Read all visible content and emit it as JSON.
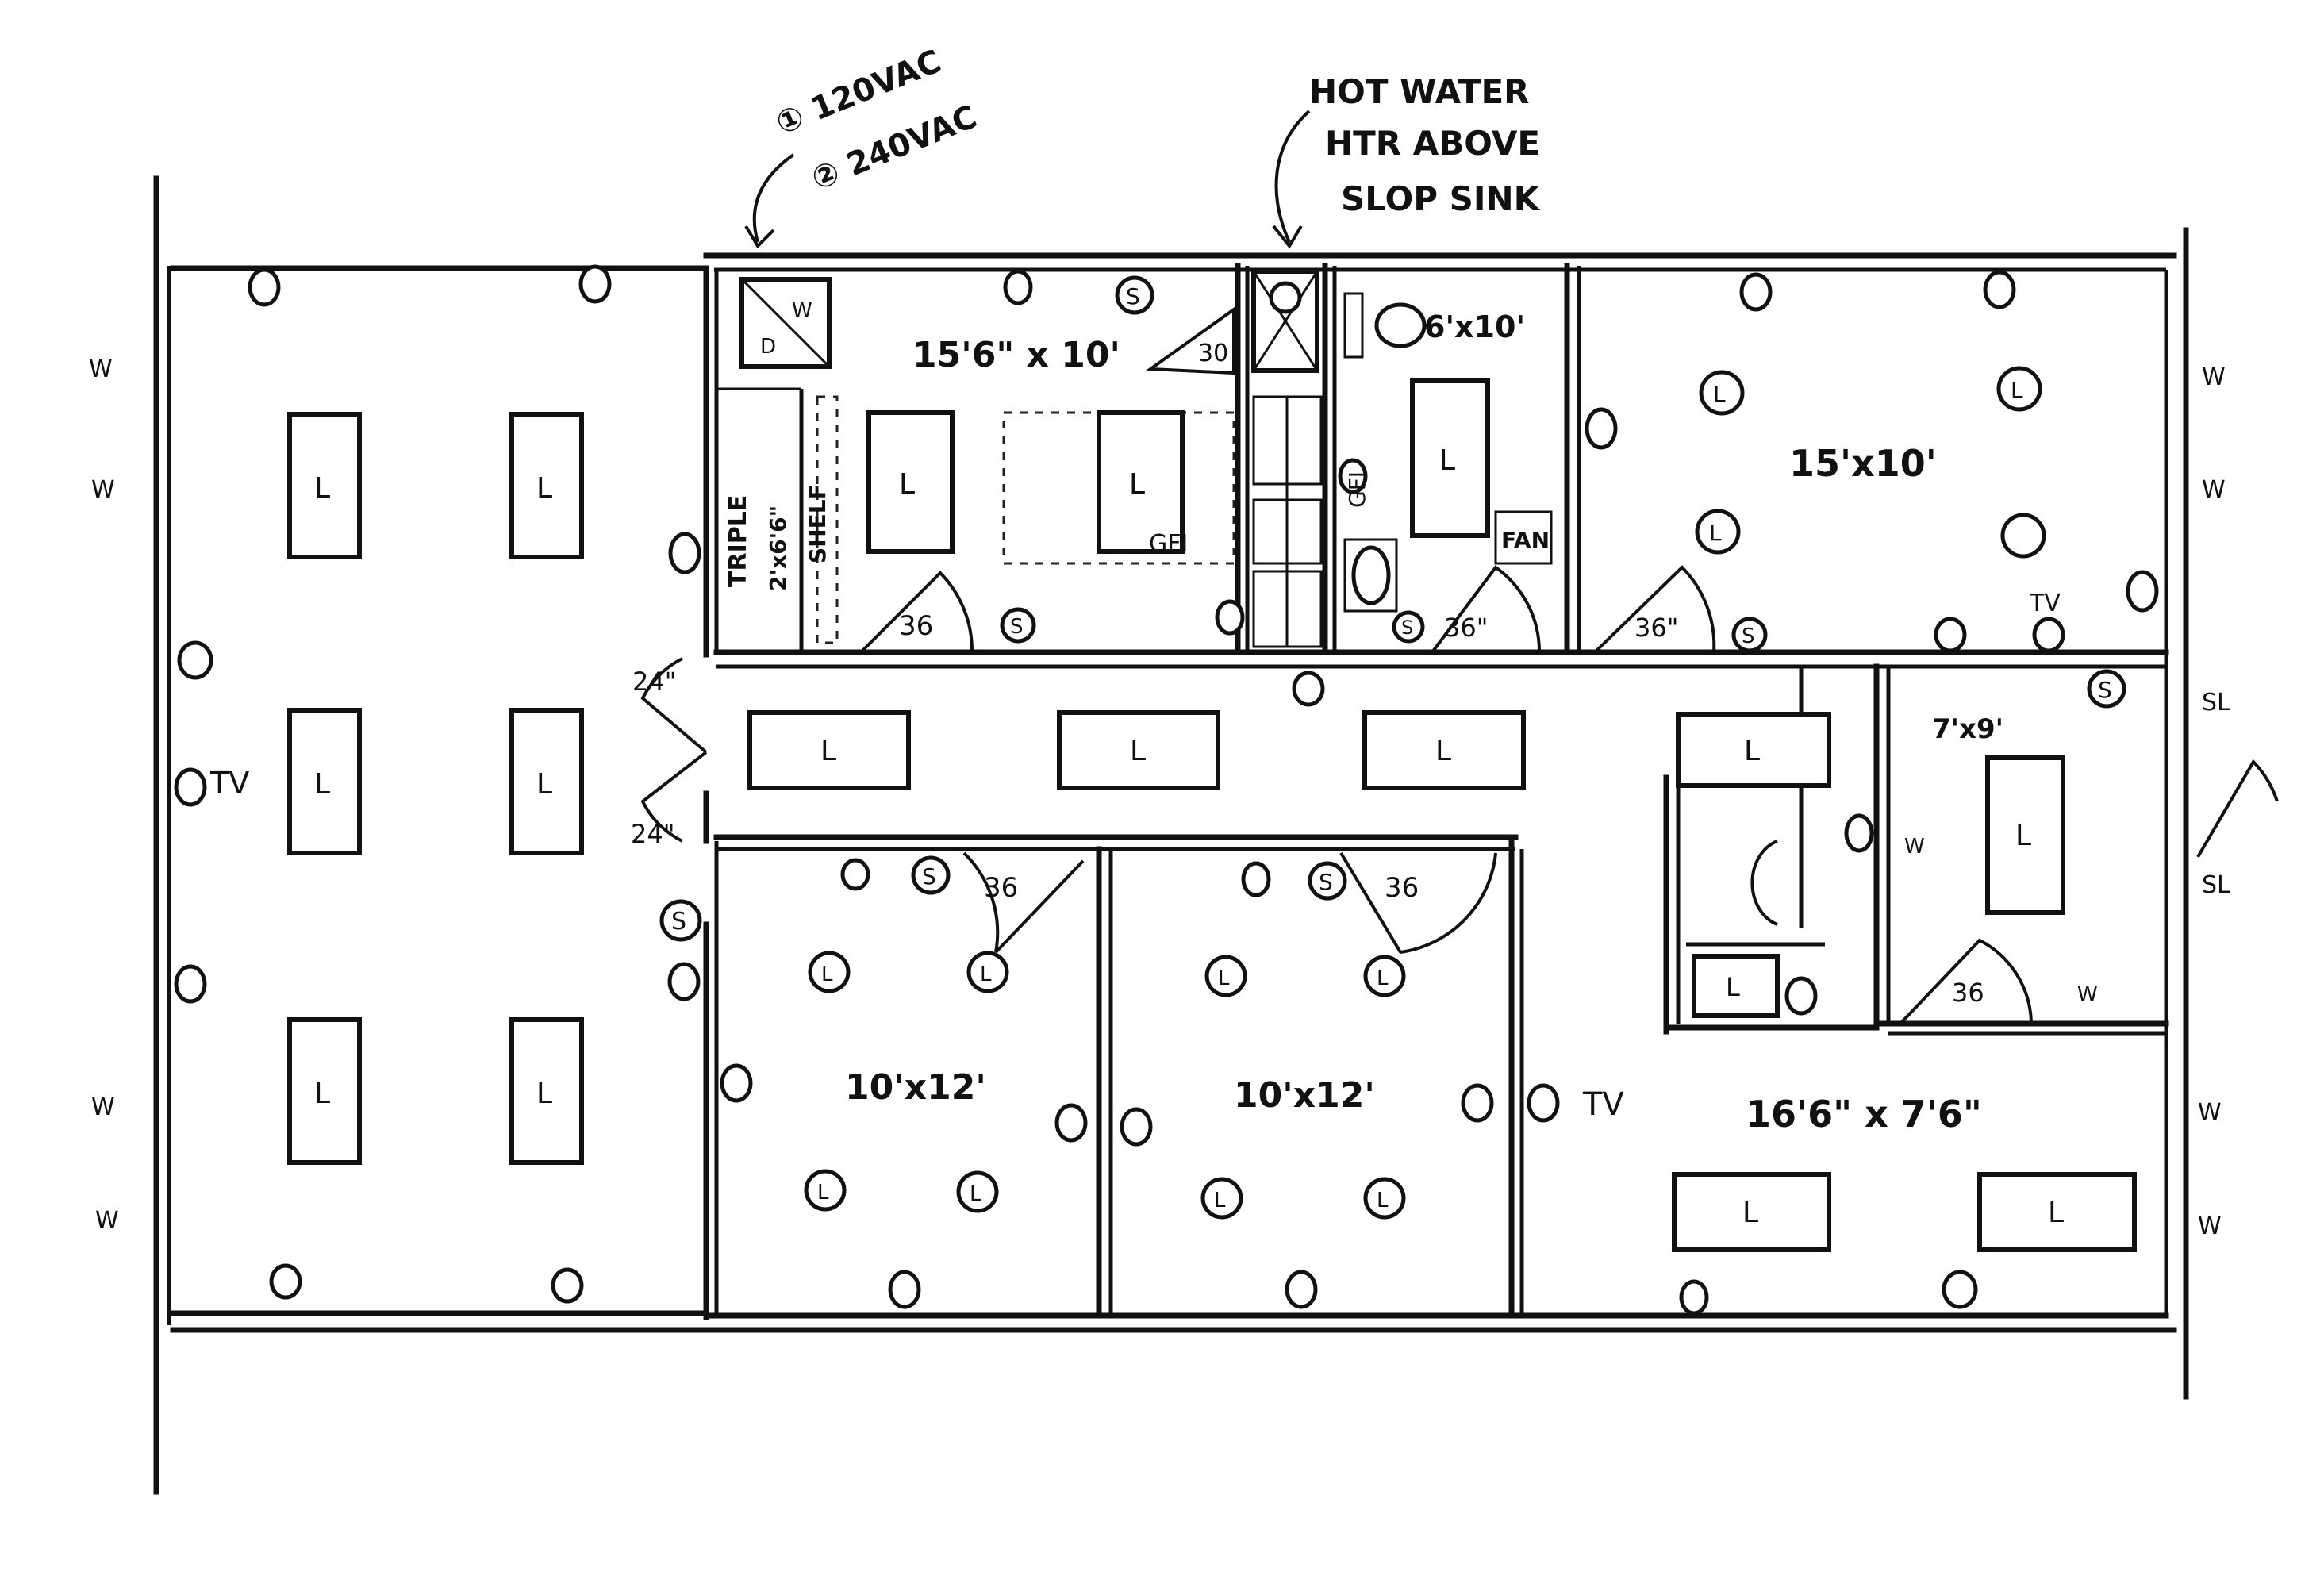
{
  "annotations": {
    "power_line1": "① 120VAC",
    "power_line2": "② 240VAC",
    "hot_water_line1": "HOT WATER",
    "hot_water_line2": "HTR ABOVE",
    "hot_water_line3": "SLOP SINK"
  },
  "rooms": {
    "laundry": "15'6\" x 10'",
    "bathroom": "6'x10'",
    "office_ne": "15'x10'",
    "room_9x9": "7'x9'",
    "office_sw1": "10'x12'",
    "office_sw2": "10'x12'",
    "room_se": "16'6\" x 7'6\""
  },
  "labels": {
    "light": "L",
    "switch": "S",
    "window": "W",
    "washer": "W",
    "dryer": "D",
    "tv": "TV",
    "gfi": "GFI",
    "fan": "FAN",
    "shelf": "SHELF",
    "triple": "TRIPLE",
    "triple_size": "2'x6'6\"",
    "sidelight": "SL",
    "door_36": "36",
    "door_36in": "36\"",
    "door_30": "30",
    "door_24": "24\""
  }
}
